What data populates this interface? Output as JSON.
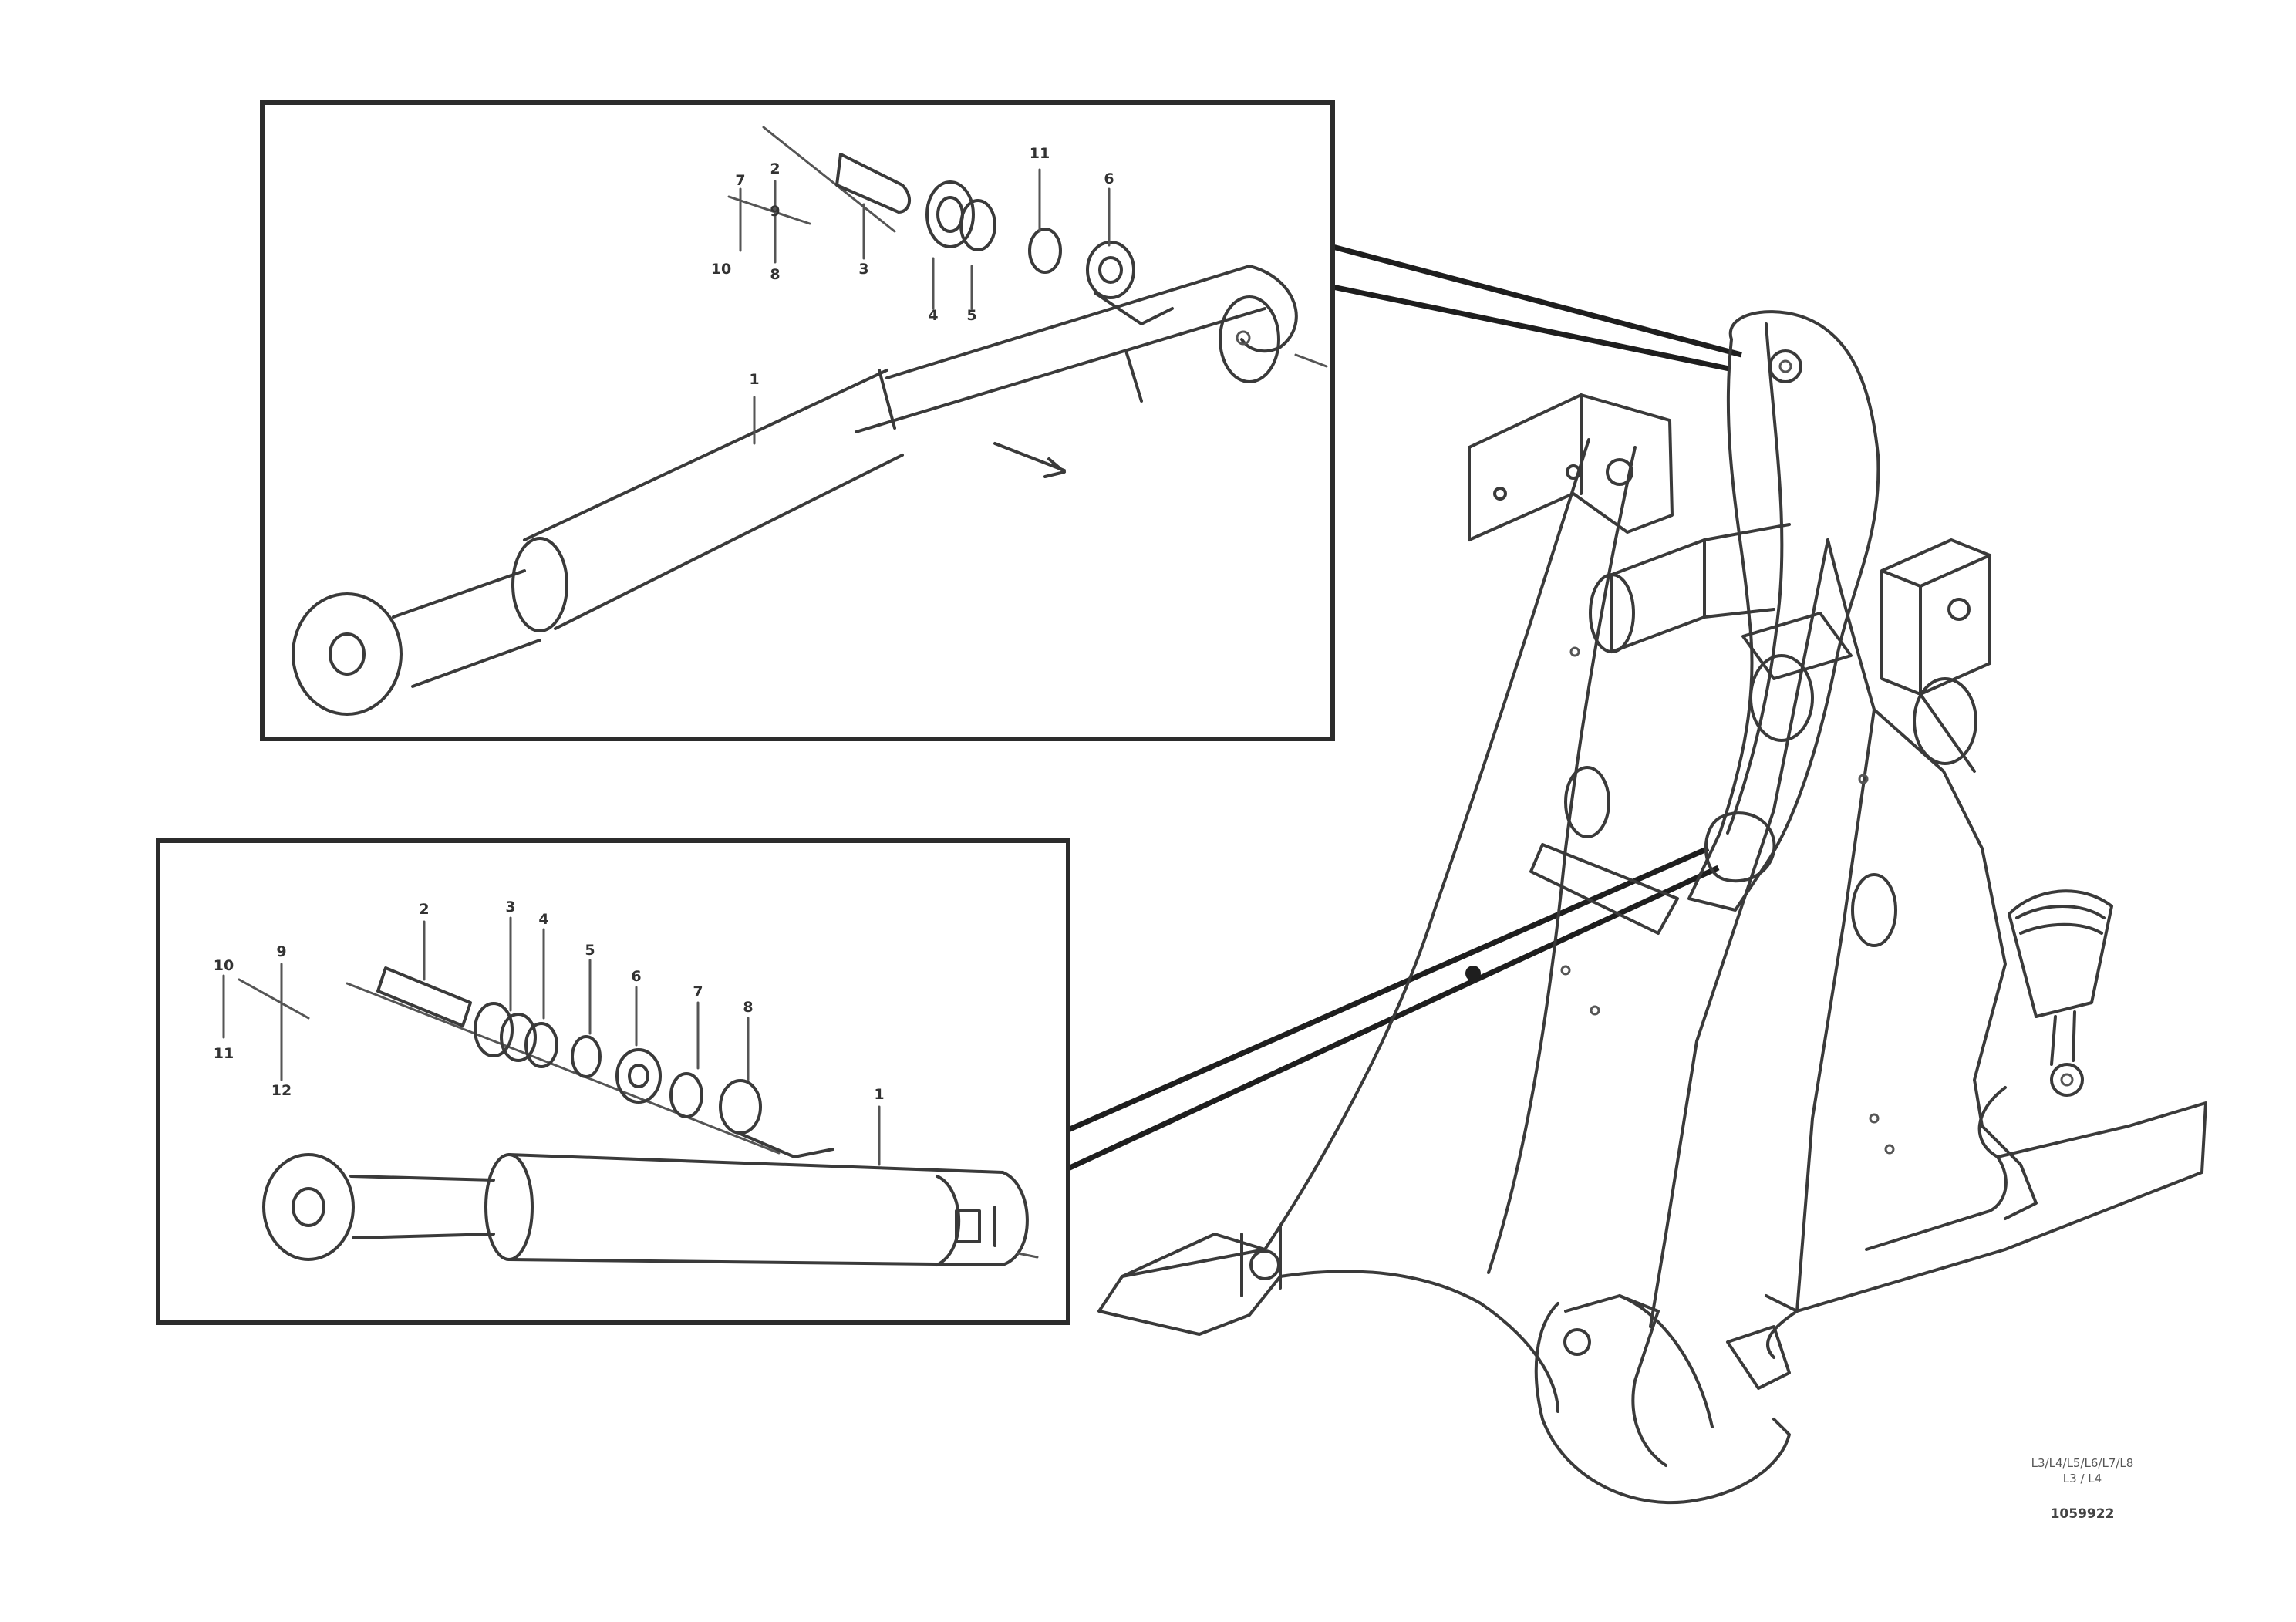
{
  "callouts_top": [
    "1",
    "2",
    "3",
    "4",
    "5",
    "6",
    "7",
    "8",
    "9",
    "10",
    "11"
  ],
  "callouts_bottom": [
    "1",
    "2",
    "3",
    "4",
    "5",
    "6",
    "7",
    "8",
    "9",
    "10",
    "11",
    "12"
  ],
  "drawing_caption": {
    "line1": "L3/L4/L5/L6/L7/L8",
    "line2": "L3 / L4",
    "drawing_number": "1059922"
  }
}
